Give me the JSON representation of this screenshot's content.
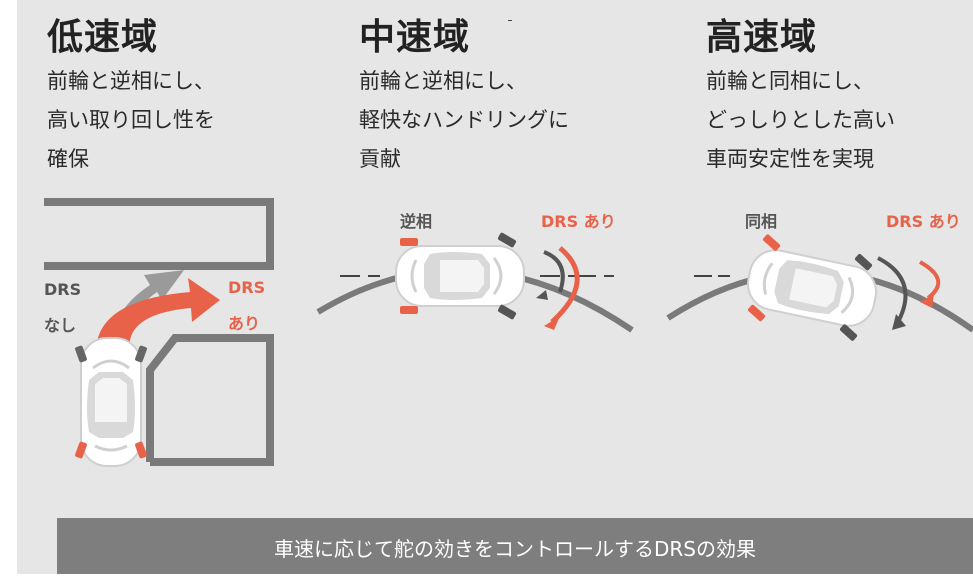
{
  "columns": [
    {
      "title": "低速域",
      "desc": [
        "前輪と逆相にし、",
        "高い取り回し性を",
        "確保"
      ]
    },
    {
      "title": "中速域",
      "desc": [
        "前輪と逆相にし、",
        "軽快なハンドリングに",
        "貢献"
      ]
    },
    {
      "title": "高速域",
      "desc": [
        "前輪と同相にし、",
        "どっしりとした高い",
        "車両安定性を実現"
      ]
    }
  ],
  "low": {
    "drs_off_line1": "DRS",
    "drs_off_line2": "なし",
    "drs_on_line1": "DRS",
    "drs_on_line2": "あり"
  },
  "mid": {
    "phase_label": "逆相",
    "drs_on_label": "DRS あり"
  },
  "high": {
    "phase_label": "同相",
    "drs_on_label": "DRS あり"
  },
  "footer": {
    "caption": "車速に応じて舵の効きをコントロールするDRSの効果"
  },
  "colors": {
    "accent": "#e8624a",
    "panel_bg": "#e6e6e6",
    "footer_bg": "#7e7e7e",
    "line": "#777777"
  }
}
